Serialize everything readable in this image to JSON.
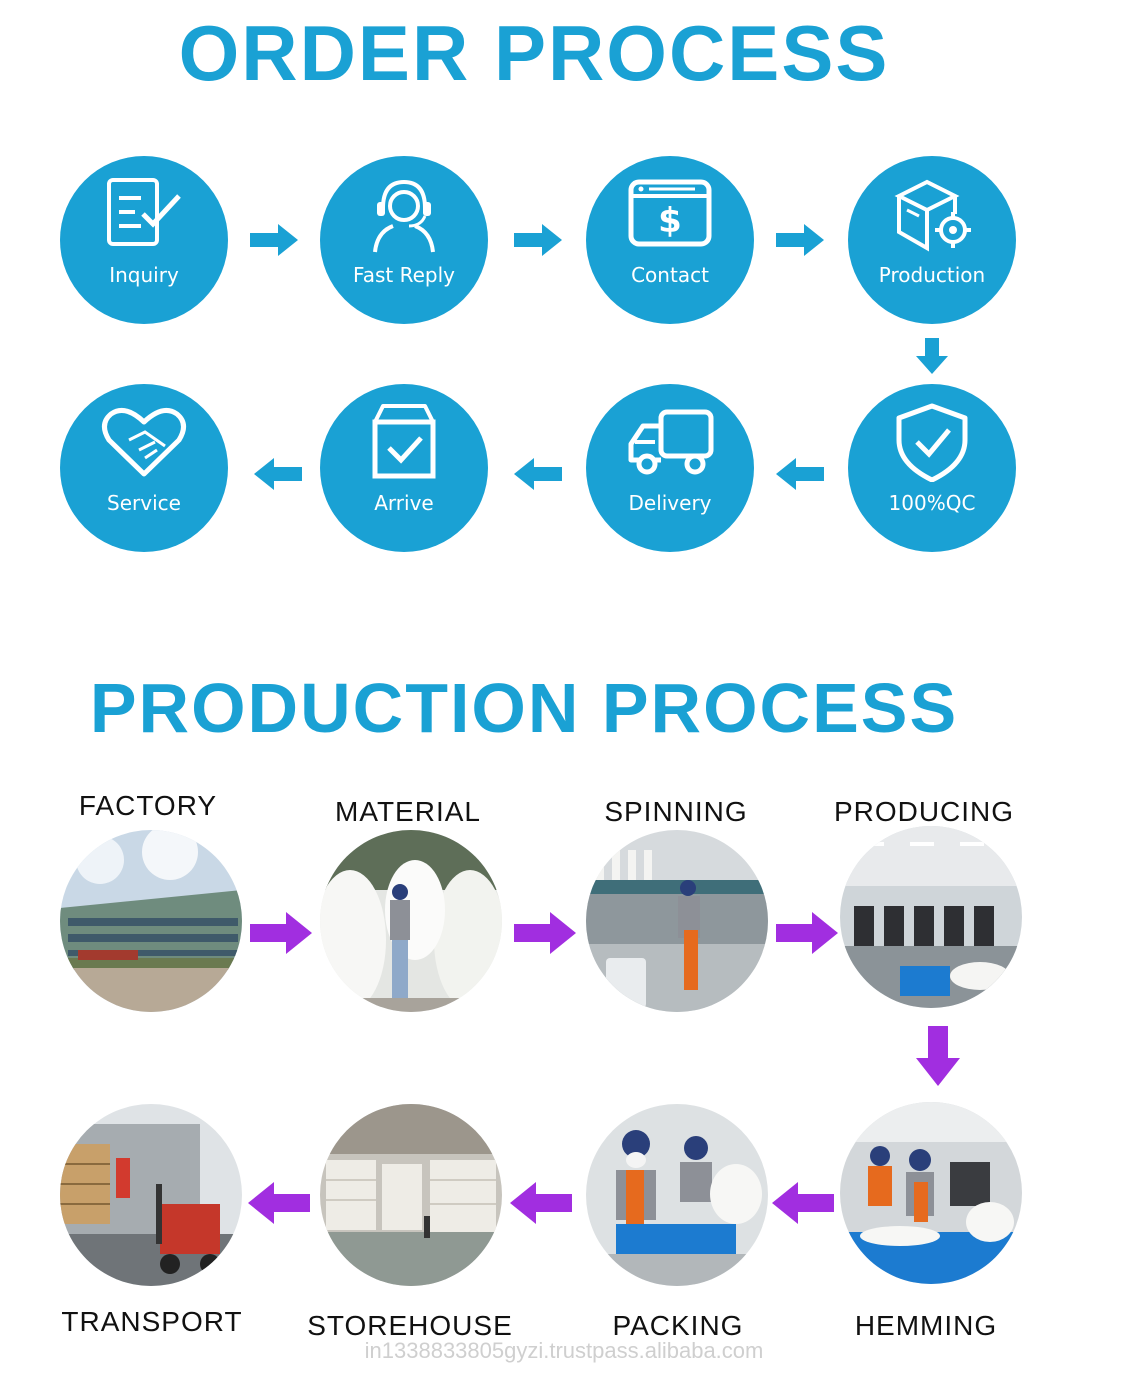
{
  "order_process": {
    "title": "ORDER PROCESS",
    "steps": [
      "Inquiry",
      "Fast Reply",
      "Contact",
      "Production",
      "100%QC",
      "Delivery",
      "Arrive",
      "Service"
    ]
  },
  "production_process": {
    "title": "PRODUCTION PROCESS",
    "steps": [
      "FACTORY",
      "MATERIAL",
      "SPINNING",
      "PRODUCING",
      "HEMMING",
      "PACKING",
      "STOREHOUSE",
      "TRANSPORT"
    ]
  },
  "watermark": "in1338833805gyzi.trustpass.alibaba.com",
  "colors": {
    "accent": "#1aa1d4",
    "production_arrow": "#a12ee0"
  }
}
